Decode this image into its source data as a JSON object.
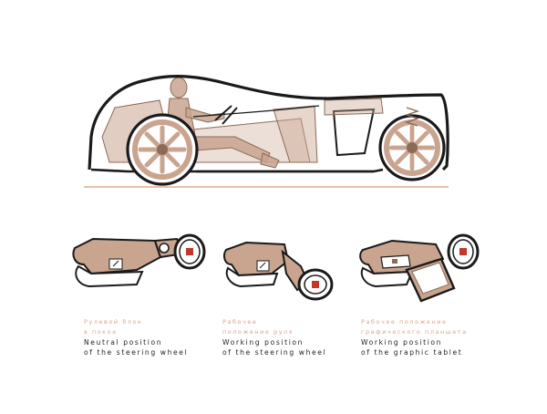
{
  "colors": {
    "outline": "#1a1a1a",
    "wood": "#c9a48f",
    "wood_dark": "#8c6a55",
    "accent_red": "#c0392b",
    "ground": "#e8c0a8",
    "caption_ru": "#d9a488",
    "caption_en": "#222222"
  },
  "captions": [
    {
      "ru": [
        "Рулевой блок",
        "в покое"
      ],
      "en": [
        "Neutral position",
        "of the steering wheel"
      ]
    },
    {
      "ru": [
        "Рабочее",
        "положение руля"
      ],
      "en": [
        "Working position",
        "of the steering wheel"
      ]
    },
    {
      "ru": [
        "Рабочее положение",
        "графического планшета"
      ],
      "en": [
        "Working position",
        "of the graphic tablet"
      ]
    }
  ]
}
